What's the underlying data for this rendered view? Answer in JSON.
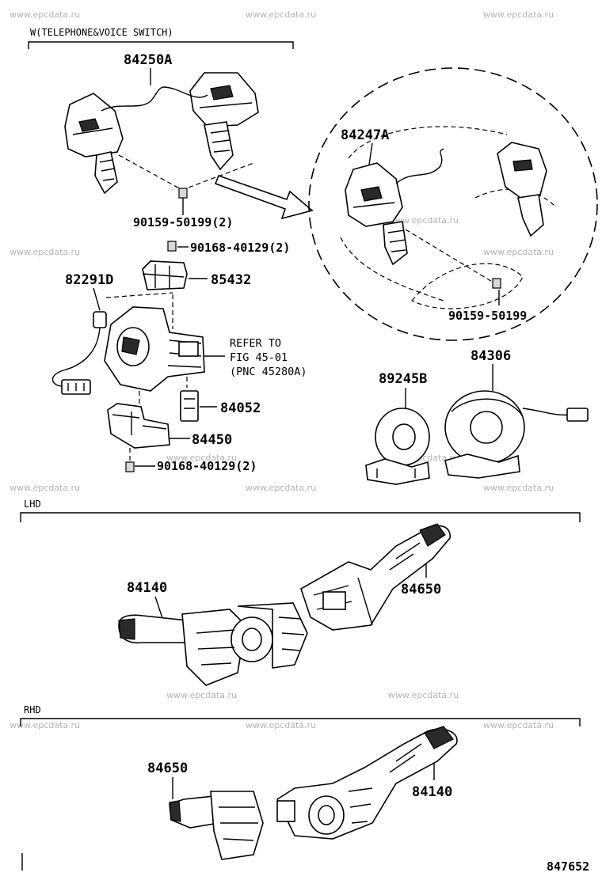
{
  "watermark": "www.epcdata.ru",
  "sections": {
    "telephone_header": "W(TELEPHONE&VOICE SWITCH)",
    "lhd_header": "LHD",
    "rhd_header": "RHD"
  },
  "parts": {
    "p84250A": "84250A",
    "p84247A": "84247A",
    "p90159_50199_2": "90159-50199(2)",
    "p90159_50199": "90159-50199",
    "p90168_40129_2_top": "90168-40129(2)",
    "p82291D": "82291D",
    "p85432": "85432",
    "p84052": "84052",
    "p84450": "84450",
    "p90168_40129_2_bottom": "90168-40129(2)",
    "p89245B": "89245B",
    "p84306": "84306",
    "lhd_84140": "84140",
    "lhd_84650": "84650",
    "rhd_84650": "84650",
    "rhd_84140": "84140"
  },
  "reference": {
    "line1": "REFER TO",
    "line2": "FIG 45-01",
    "line3": "(PNC 45280A)"
  },
  "figure_number": "847652"
}
